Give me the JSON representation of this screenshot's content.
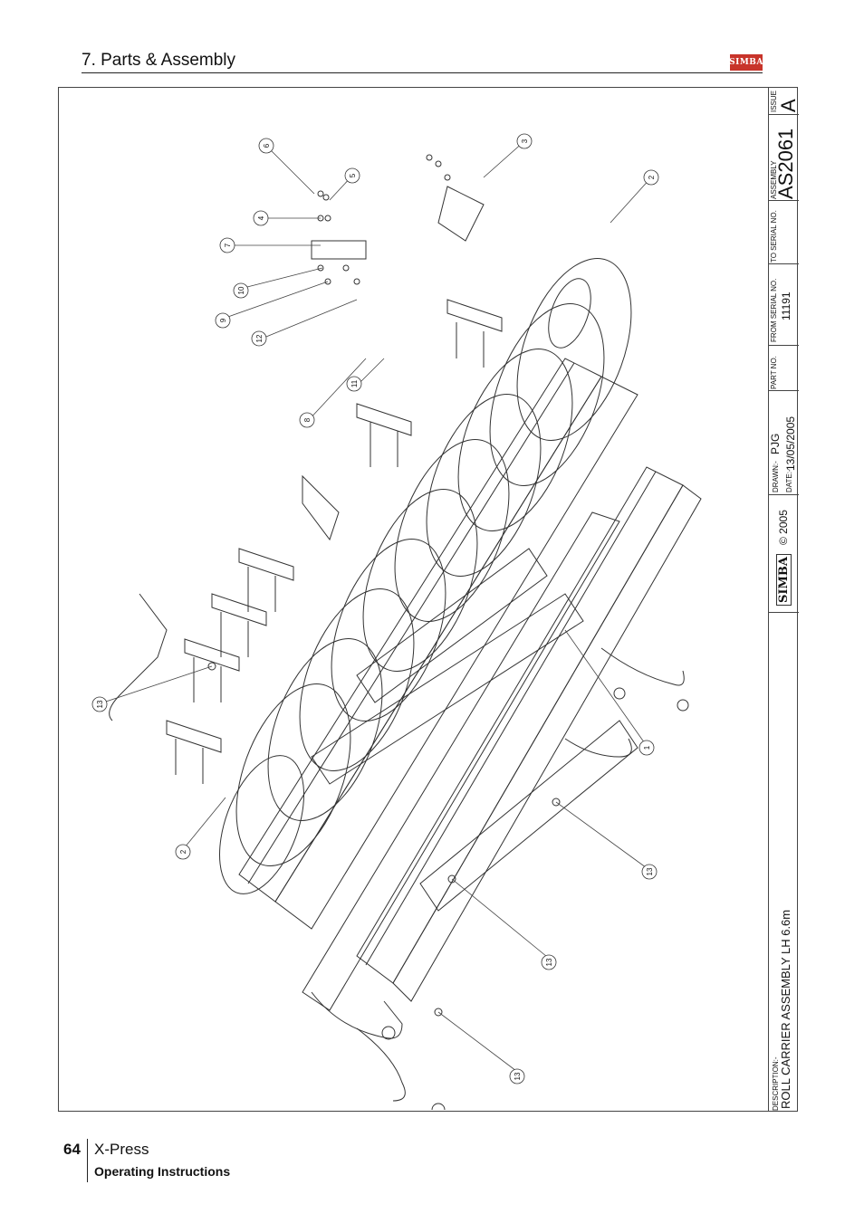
{
  "header": {
    "section_title": "7. Parts & Assembly",
    "logo_text": "SIMBA"
  },
  "drawing": {
    "callouts": [
      {
        "n": "1"
      },
      {
        "n": "2"
      },
      {
        "n": "2"
      },
      {
        "n": "3"
      },
      {
        "n": "4"
      },
      {
        "n": "5"
      },
      {
        "n": "6"
      },
      {
        "n": "7"
      },
      {
        "n": "8"
      },
      {
        "n": "9"
      },
      {
        "n": "10"
      },
      {
        "n": "11"
      },
      {
        "n": "12"
      },
      {
        "n": "13"
      },
      {
        "n": "13"
      },
      {
        "n": "13"
      },
      {
        "n": "13"
      }
    ]
  },
  "title_block": {
    "issue_label": "ISSUE",
    "issue_value": "A",
    "assembly_label": "ASSEMBLY",
    "assembly_value": "AS2061",
    "to_serial_label": "TO SERIAL NO.",
    "from_serial_label": "FROM SERIAL NO.",
    "from_serial_value": "11191",
    "part_no_label": "PART NO.",
    "drawn_label": "DRAWN:-",
    "drawn_value": "PJG",
    "date_label": "DATE:-",
    "date_value": "13/05/2005",
    "copyright": "© 2005",
    "brand": "SIMBA",
    "description_label": "DESCRIPTION:-",
    "description_value": "ROLL CARRIER ASSEMBLY LH 6.6m"
  },
  "footer": {
    "page_number": "64",
    "product": "X-Press",
    "subtitle": "Operating Instructions"
  }
}
